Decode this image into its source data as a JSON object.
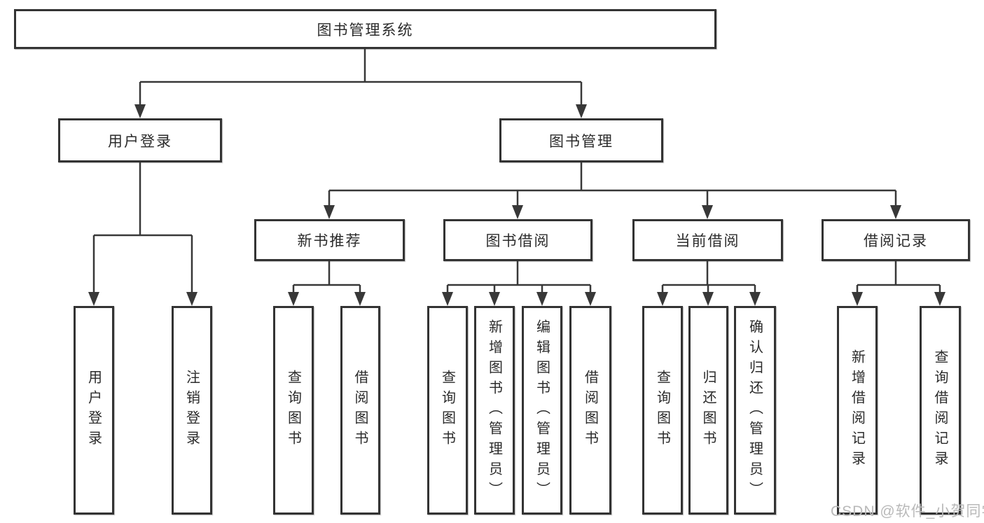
{
  "diagram": {
    "root": {
      "label": "图书管理系统"
    },
    "level2": {
      "user_login": {
        "label": "用户登录"
      },
      "book_management": {
        "label": "图书管理"
      }
    },
    "level3": {
      "new_book_recommend": {
        "label": "新书推荐"
      },
      "book_borrow": {
        "label": "图书借阅"
      },
      "current_borrow": {
        "label": "当前借阅"
      },
      "borrow_record": {
        "label": "借阅记录"
      }
    },
    "leaves": {
      "user_login": [
        "用户登录",
        "注销登录"
      ],
      "new_book_recommend": [
        "查询图书",
        "借阅图书"
      ],
      "book_borrow": [
        "查询图书",
        "新增图书（管理员）",
        "编辑图书（管理员）",
        "借阅图书"
      ],
      "current_borrow": [
        "查询图书",
        "归还图书",
        "确认归还（管理员）"
      ],
      "borrow_record": [
        "新增借阅记录",
        "查询借阅记录"
      ]
    }
  },
  "watermark": {
    "text": "CSDN @软件_小贺同学",
    "color": "#b9b9b9"
  },
  "colors": {
    "line": "#383838",
    "box_border": "#333333",
    "box_fill": "#ffffff",
    "text": "#2b2b2b",
    "background": "#ffffff"
  }
}
